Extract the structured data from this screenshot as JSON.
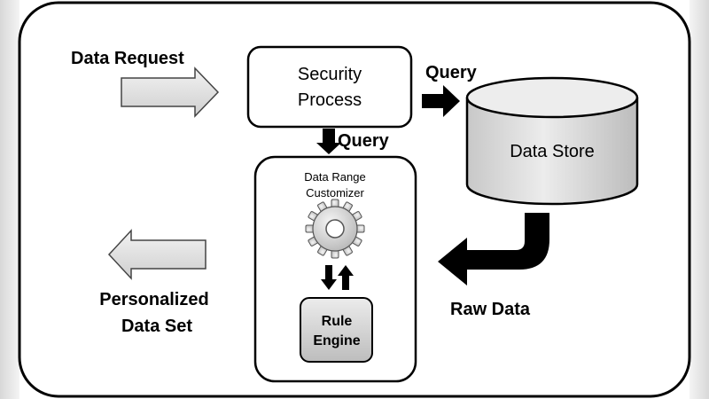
{
  "labels": {
    "data_request": "Data Request",
    "security_line1": "Security",
    "security_line2": "Process",
    "query_right": "Query",
    "query_down": "Query",
    "data_store": "Data Store",
    "customizer_line1": "Data Range",
    "customizer_line2": "Customizer",
    "rule_line1": "Rule",
    "rule_line2": "Engine",
    "raw_data": "Raw Data",
    "personalized_line1": "Personalized",
    "personalized_line2": "Data Set"
  },
  "icons": {
    "gear": "gear-icon"
  },
  "colors": {
    "outline": "#000000",
    "arrow_fill": "#ffffff",
    "gray_arrow_fill": "#e3e3e3",
    "cylinder_fill": "#dcdcdc",
    "rule_fill": "#d6d6d6"
  }
}
